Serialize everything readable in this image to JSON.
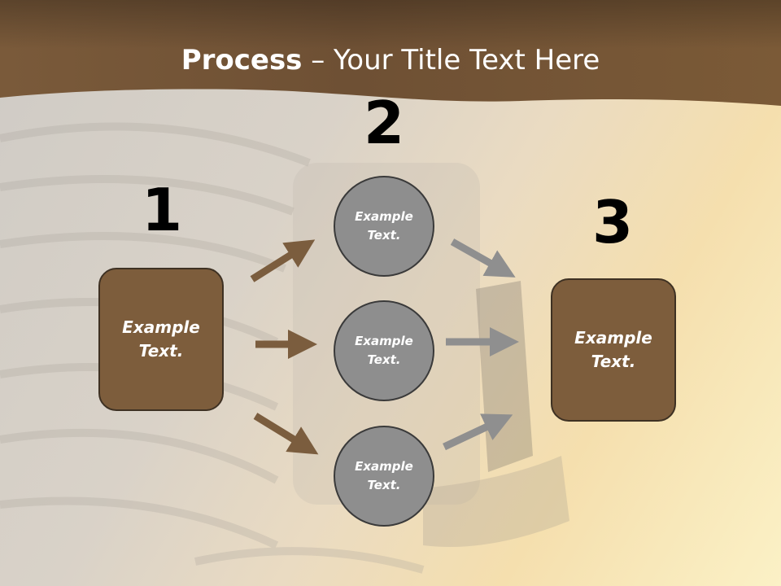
{
  "slide": {
    "title_bold": "Process",
    "title_rest": " – Your Title Text Here"
  },
  "steps": {
    "one": "1",
    "two": "2",
    "three": "3"
  },
  "boxes": {
    "left": "Example Text.",
    "right": "Example Text."
  },
  "circles": [
    {
      "label": "Example Text."
    },
    {
      "label": "Example Text."
    },
    {
      "label": "Example Text."
    }
  ],
  "colors": {
    "header_brown": "#7a5a3a",
    "box_fill": "#7d5d3c",
    "circle_fill": "#8e8e8e",
    "arrow_brown": "#7b5d3e",
    "arrow_gray": "#8f8f8f"
  }
}
